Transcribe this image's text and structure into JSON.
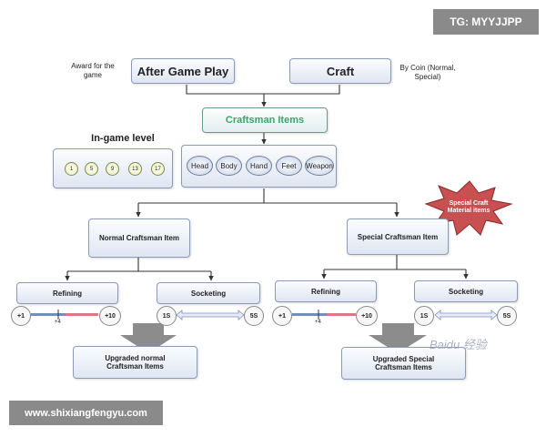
{
  "watermark_top": "TG: MYYJJPP",
  "watermark_bottom": "www.shixiangfengyu.com",
  "watermark_logo": "Baidu 经验",
  "award_note": "Award for the game",
  "after_game_play": "After  Game Play",
  "craft": "Craft",
  "coin_note": "By Coin (Normal, Special)",
  "craftsman_items": "Craftsman Items",
  "in_game_level": {
    "title": "In-game level",
    "levels": [
      "1",
      "5",
      "9",
      "13",
      "17"
    ]
  },
  "slots": [
    "Head",
    "Body",
    "Hand",
    "Feet",
    "Weapon"
  ],
  "special_material": "Special Craft Material items",
  "left": {
    "title": "Normal Craftsman Item",
    "refining": "Refining",
    "socketing": "Socketing",
    "ref_min": "+1",
    "ref_mid": "+4",
    "ref_max": "+10",
    "sock_min": "1S",
    "sock_max": "5S",
    "result": "Upgraded  normal Craftsman Items"
  },
  "right": {
    "title": "Special Craftsman Item",
    "refining": "Refining",
    "socketing": "Socketing",
    "ref_min": "+1",
    "ref_mid": "+4",
    "ref_max": "+10",
    "sock_min": "1S",
    "sock_max": "5S",
    "result": "Upgraded  Special Craftsman Items"
  },
  "colors": {
    "craftsman_text": "#3aa56b",
    "starburst": "#b34545",
    "arrow_fill": "#8c8c8c",
    "refine_left_bar": "#6f8fbf",
    "refine_right_bar": "#d77a86"
  }
}
